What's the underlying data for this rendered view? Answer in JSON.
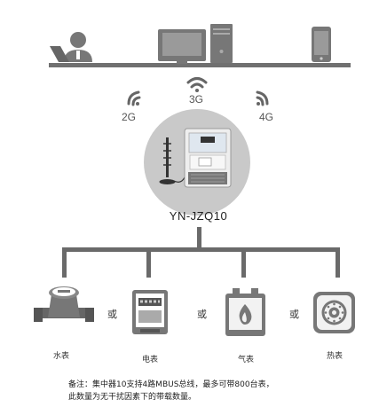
{
  "devices": {
    "pc_user_icon": "user-at-laptop-icon",
    "desktop_icon": "desktop-computer-icon",
    "phone_icon": "mobile-phone-icon"
  },
  "signals": {
    "g2": "2G",
    "g3": "3G",
    "g4": "4G"
  },
  "concentrator": {
    "model": "YN-JZQ10"
  },
  "meters": [
    {
      "label": "水表",
      "icon": "water-meter-icon"
    },
    {
      "label": "电表",
      "icon": "electric-meter-icon"
    },
    {
      "label": "气表",
      "icon": "gas-meter-icon"
    },
    {
      "label": "热表",
      "icon": "heat-meter-icon"
    }
  ],
  "or_text": [
    "或",
    "或",
    "或"
  ],
  "note": {
    "line1": "备注：集中器10支持4路MBUS总线，最多可带800台表，",
    "line2": "此数量为无干扰因素下的带载数量。"
  },
  "colors": {
    "device_gray": "#7a7a7a",
    "line_gray": "#6a6a6a",
    "circle_bg": "#c9c9c9"
  }
}
